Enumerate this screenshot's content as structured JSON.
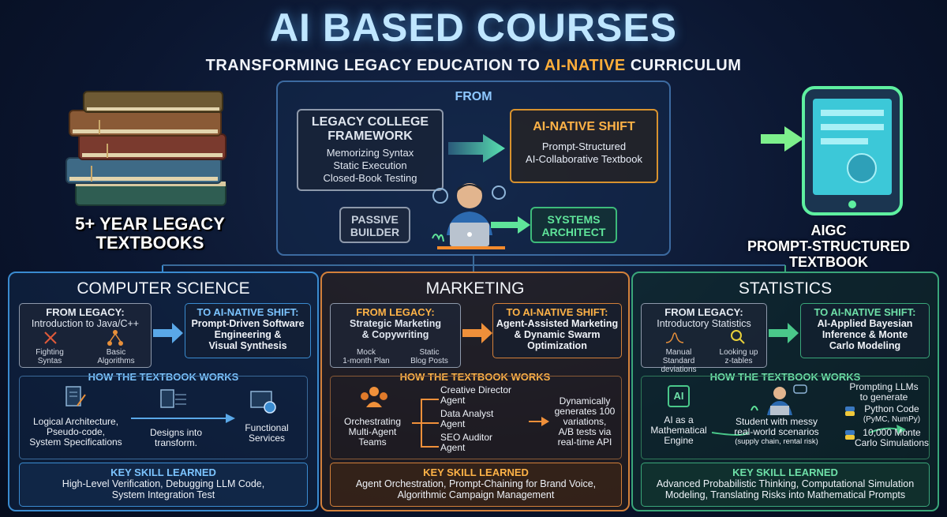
{
  "header": {
    "title": "AI BASED COURSES",
    "subtitle_pre": "TRANSFORMING LEGACY EDUCATION TO ",
    "subtitle_highlight": "AI-NATIVE",
    "subtitle_post": " CURRICULUM"
  },
  "books": {
    "caption_line1": "5+ YEAR LEGACY",
    "caption_line2": "TEXTBOOKS"
  },
  "tablet": {
    "caption_line1": "AIGC",
    "caption_line2": "PROMPT-STRUCTURED",
    "caption_line3": "TEXTBOOK"
  },
  "from_panel": {
    "label": "FROM",
    "legacy": {
      "title1": "LEGACY COLLEGE",
      "title2": "FRAMEWORK",
      "line1": "Memorizing Syntax",
      "line2": "Static Execution",
      "line3": "Closed-Book Testing"
    },
    "shift": {
      "title": "AI-NATIVE SHIFT",
      "line1": "Prompt-Structured",
      "line2": "AI-Collaborative Textbook"
    },
    "passive": {
      "line1": "PASSIVE",
      "line2": "BUILDER"
    },
    "systems": {
      "line1": "SYSTEMS",
      "line2": "ARCHITECT"
    }
  },
  "colors": {
    "cs": "#3a8bd0",
    "marketing": "#d3803a",
    "statistics": "#3aa67a",
    "highlight": "#ffae3a",
    "title": "#bfe6ff"
  },
  "courses": {
    "cs": {
      "title": "COMPUTER SCIENCE",
      "from_head": "FROM LEGACY:",
      "from_line": "Introduction to Java/C++",
      "icon1_l1": "Fighting",
      "icon1_l2": "Syntas",
      "icon2_l1": "Basic",
      "icon2_l2": "Algorithms",
      "to_head": "TO AI-NATIVE SHIFT:",
      "to_l1": "Prompt-Driven Software",
      "to_l2": "Engineering &",
      "to_l3": "Visual Synthesis",
      "how_head": "HOW THE TEXTBOOK WORKS",
      "how_a1": "Logical Architecture,",
      "how_a2": "Pseudo-code,",
      "how_a3": "System Specifications",
      "how_b1": "Designs into",
      "how_b2": "transform.",
      "how_c1": "Functional",
      "how_c2": "Services",
      "key_head": "KEY SKILL LEARNED",
      "key_l1": "High-Level Verification, Debugging LLM Code,",
      "key_l2": "System Integration Test"
    },
    "marketing": {
      "title": "MARKETING",
      "from_head": "FROM LEGACY:",
      "from_l1": "Strategic Marketing",
      "from_l2": "& Copywriting",
      "icon1_l1": "Mock",
      "icon1_l2": "1-month Plan",
      "icon2_l1": "Static",
      "icon2_l2": "Blog Posts",
      "to_head": "TO AI-NATIVE SHIFT:",
      "to_l1": "Agent-Assisted Marketing",
      "to_l2": "& Dynamic Swarm",
      "to_l3": "Optimization",
      "how_head": "HOW THE TEXTBOOK WORKS",
      "orch1": "Orchestrating",
      "orch2": "Multi-Agent",
      "orch3": "Teams",
      "agent1_l1": "Creative Director",
      "agent1_l2": "Agent",
      "agent2_l1": "Data Analyst",
      "agent2_l2": "Agent",
      "agent3_l1": "SEO Auditor",
      "agent3_l2": "Agent",
      "dyn1": "Dynamically",
      "dyn2": "generates 100",
      "dyn3": "variations,",
      "dyn4": "A/B tests via",
      "dyn5": "real-time API",
      "key_head": "KEY SKILL LEARNED",
      "key_l1": "Agent Orchestration, Prompt-Chaining for Brand Voice,",
      "key_l2": "Algorithmic Campaign Management"
    },
    "statistics": {
      "title": "STATISTICS",
      "from_head": "FROM LEGACY:",
      "from_line": "Introductory Statistics",
      "icon1_l1": "Manual",
      "icon1_l2": "Standard deviations",
      "icon2_l1": "Looking up",
      "icon2_l2": "z-tables",
      "to_head": "TO AI-NATIVE SHIFT:",
      "to_l1": "AI-Applied Bayesian",
      "to_l2": "Inference & Monte",
      "to_l3": "Carlo Modeling",
      "how_head": "HOW THE TEXTBOOK WORKS",
      "engine1": "AI as a",
      "engine2": "Mathematical",
      "engine3": "Engine",
      "ai_chip": "AI",
      "student1": "Student with messy",
      "student2": "real-world scenarios",
      "student3": "(supply chain, rental risk)",
      "prompt1": "Prompting LLMs",
      "prompt2": "to generate",
      "py1": "Python Code",
      "py2": "(PyMC, NumPy)",
      "mc1": "10,000 Monte",
      "mc2": "Carlo Simulations",
      "key_head": "KEY SKILL LEARNED",
      "key_l1": "Advanced Probabilistic Thinking, Computational Simulation",
      "key_l2": "Modeling, Translating Risks into Mathematical Prompts"
    }
  }
}
